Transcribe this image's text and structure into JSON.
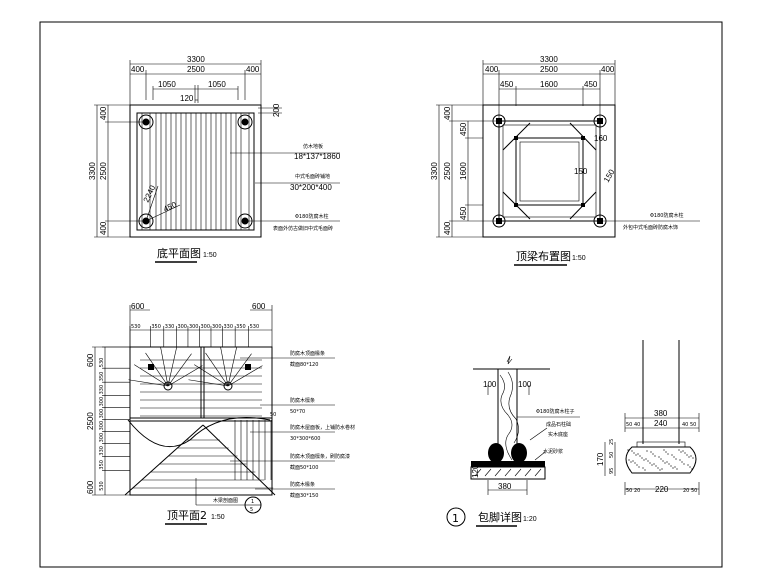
{
  "frame": {
    "line_color": "#000000",
    "background": "#ffffff"
  },
  "plan_bottom": {
    "title": "底平面图",
    "scale": "1:50",
    "dims_top": {
      "overall": "3300",
      "left": "400",
      "mid": "2500",
      "right": "400",
      "bay_left": "1050",
      "bay_right": "1050",
      "gap": "120"
    },
    "dims_left": {
      "overall": "3300",
      "top": "400",
      "mid": "2500",
      "bottom": "400"
    },
    "dim_right": "200",
    "diag_a": "2240",
    "diag_b": "450",
    "notes": [
      {
        "label": "仿木地板",
        "value": "18*137*1860"
      },
      {
        "label": "中式毛面砖铺地",
        "value": "30*200*400"
      },
      {
        "label": "Φ180防腐木柱",
        "value": "表面外仿古做旧中式毛面砖"
      }
    ]
  },
  "plan_beam": {
    "title": "顶梁布置图",
    "scale": "1:50",
    "dims_top": {
      "overall": "3300",
      "left": "400",
      "mid": "2500",
      "right": "400",
      "sub_left": "450",
      "sub_mid": "1600",
      "sub_right": "450"
    },
    "dims_left": {
      "overall": "3300",
      "top": "400",
      "mid": "2500",
      "bottom": "400",
      "sub_top": "450",
      "sub_mid": "1600",
      "sub_bottom": "450"
    },
    "dim_inner_a": "160",
    "dim_inner_b": "150",
    "dim_inner_c": "150",
    "notes": [
      {
        "label": "Φ180防腐木柱",
        "value": "外包中式毛面砖防腐木饰"
      }
    ]
  },
  "plan_top": {
    "title": "顶平面2",
    "scale": "1:50",
    "dims_top": {
      "left_outer": "600",
      "right_outer": "600",
      "segments": [
        "530",
        "350",
        "330",
        "300",
        "300",
        "300",
        "300",
        "330",
        "350",
        "530"
      ]
    },
    "dims_left": {
      "top_outer": "600",
      "mid": "2500",
      "bottom_outer": "600",
      "segments": [
        "530",
        "350",
        "330",
        "300",
        "300",
        "300",
        "300",
        "330",
        "350",
        "530"
      ]
    },
    "dim_small": "50",
    "section_ref": {
      "label": "木梁剖面图",
      "num": "1",
      "sheet": "5"
    },
    "notes": [
      {
        "label": "防腐木顶面椽条",
        "value": "截面80*120"
      },
      {
        "label": "防腐木檩条",
        "value": "50*70"
      },
      {
        "label": "防腐木屋面板，上铺防水卷材",
        "value": "30*300*600"
      },
      {
        "label": "防腐木顶面檩条，刷防腐漆",
        "value": "截面50*100"
      },
      {
        "label": "防腐木椽条",
        "value": "截面30*150"
      }
    ]
  },
  "detail": {
    "title": "包脚详图",
    "scale": "1:20",
    "number": "1",
    "dims_left": {
      "a": "100",
      "b": "100",
      "base": "380",
      "height": "120"
    },
    "notes": [
      "Φ180防腐木柱子",
      "成品石柱础",
      "实木底座",
      "水泥砂浆"
    ],
    "right": {
      "top_overall": "380",
      "top_a": "50",
      "top_b": "40",
      "top_mid": "240",
      "top_c": "40",
      "top_d": "50",
      "h_overall": "170",
      "h_a": "25",
      "h_b": "50",
      "h_c": "95",
      "bot_a": "50",
      "bot_b": "20",
      "bot_mid": "220",
      "bot_c": "20",
      "bot_d": "50"
    }
  }
}
